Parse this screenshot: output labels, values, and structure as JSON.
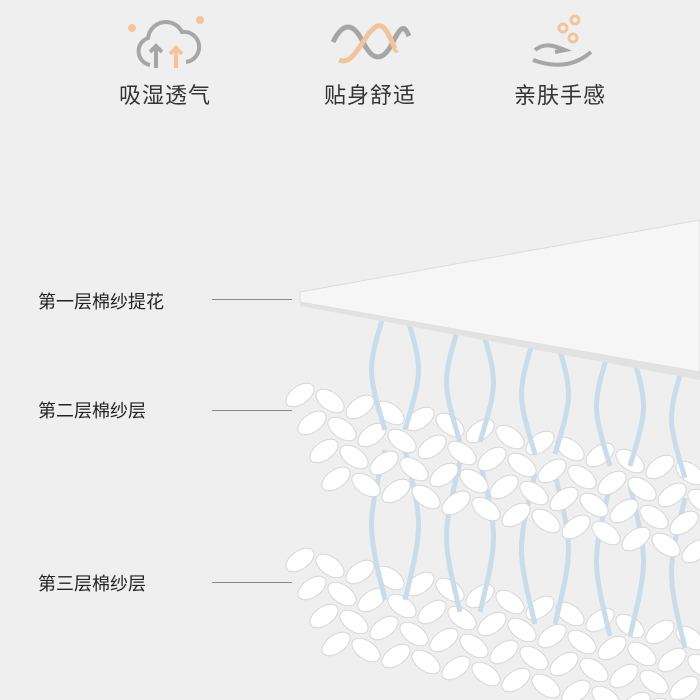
{
  "features": [
    {
      "label": "吸湿透气",
      "icon": "cloud-arrows-icon"
    },
    {
      "label": "贴身舒适",
      "icon": "wave-lines-icon"
    },
    {
      "label": "亲肤手感",
      "icon": "hand-droplets-icon"
    }
  ],
  "layers": [
    {
      "label": "第一层棉纱提花"
    },
    {
      "label": "第二层棉纱层"
    },
    {
      "label": "第三层棉纱层"
    }
  ],
  "colors": {
    "accent": "#f2c49b",
    "icon_gray": "#a6a6a6",
    "fiber_blue": "#c9dcea",
    "background": "#efefef"
  }
}
